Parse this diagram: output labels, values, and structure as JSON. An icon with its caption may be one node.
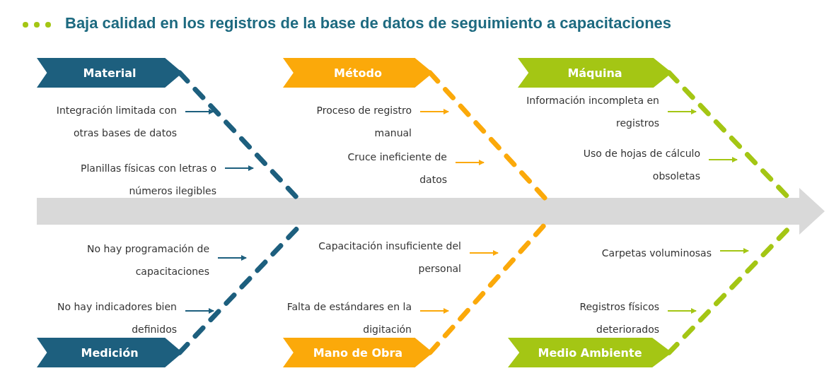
{
  "diagram": {
    "title": "Baja calidad en los registros de la base de datos de seguimiento a capacitaciones",
    "nodes": [
      {
        "text": [
          "Material"
        ]
      },
      {
        "text": [
          "Método"
        ]
      },
      {
        "text": [
          "Máquina"
        ]
      },
      {
        "text": [
          "Integración limitada con otras bases de datos"
        ]
      },
      {
        "text": [
          "Proceso de registro manual"
        ]
      },
      {
        "text": [
          "Información incompleta en registros"
        ]
      },
      {
        "text": [
          "Planillas físicas con letras o números ilegibles"
        ]
      },
      {
        "text": [
          "Cruce ineficiente de datos"
        ]
      },
      {
        "text": [
          "Uso de hojas de cálculo obsoletas"
        ]
      },
      {
        "text": [],
        "shape": "arrow"
      },
      {
        "text": [
          "No hay programación de capacitaciones"
        ]
      },
      {
        "text": [
          "Capacitación insuficiente del personal"
        ]
      },
      {
        "text": [
          "Carpetas voluminosas"
        ]
      },
      {
        "text": [
          "No hay indicadores bien definidos"
        ]
      },
      {
        "text": [
          "Falta de estándares en la digitación"
        ]
      },
      {
        "text": [
          "Registros físicos deteriorados"
        ]
      },
      {
        "text": [
          "Medición"
        ]
      },
      {
        "text": [
          "Mano de Obra"
        ]
      },
      {
        "text": [
          "Medio Ambiente"
        ]
      }
    ],
    "edges": [
      {
        "from": 0,
        "to": 9,
        "arrow": "none",
        "style": "dashed",
        "color": "#1d5f7e"
      },
      {
        "from": 1,
        "to": 9,
        "arrow": "none",
        "style": "dashed",
        "color": "#fba90a"
      },
      {
        "from": 2,
        "to": 9,
        "arrow": "none",
        "style": "dashed",
        "color": "#a4c614"
      },
      {
        "from": 16,
        "to": 9,
        "arrow": "none",
        "style": "dashed",
        "color": "#1d5f7e"
      },
      {
        "from": 17,
        "to": 9,
        "arrow": "none",
        "style": "dashed",
        "color": "#fba90a"
      },
      {
        "from": 18,
        "to": 9,
        "arrow": "none",
        "style": "dashed",
        "color": "#a4c614"
      },
      {
        "from": 3,
        "to": null,
        "arrow": "to",
        "color": "#1d5f7e"
      },
      {
        "from": 6,
        "to": null,
        "arrow": "to",
        "color": "#1d5f7e"
      },
      {
        "from": 4,
        "to": null,
        "arrow": "to",
        "color": "#fba90a"
      },
      {
        "from": 7,
        "to": null,
        "arrow": "to",
        "color": "#fba90a"
      },
      {
        "from": 5,
        "to": null,
        "arrow": "to",
        "color": "#a4c614"
      },
      {
        "from": 8,
        "to": null,
        "arrow": "to",
        "color": "#a4c614"
      },
      {
        "from": 10,
        "to": null,
        "arrow": "to",
        "color": "#1d5f7e"
      },
      {
        "from": 13,
        "to": null,
        "arrow": "to",
        "color": "#1d5f7e"
      },
      {
        "from": 11,
        "to": null,
        "arrow": "to",
        "color": "#fba90a"
      },
      {
        "from": 14,
        "to": null,
        "arrow": "to",
        "color": "#fba90a"
      },
      {
        "from": 12,
        "to": null,
        "arrow": "to",
        "color": "#a4c614"
      },
      {
        "from": 15,
        "to": null,
        "arrow": "to",
        "color": "#a4c614"
      }
    ]
  }
}
